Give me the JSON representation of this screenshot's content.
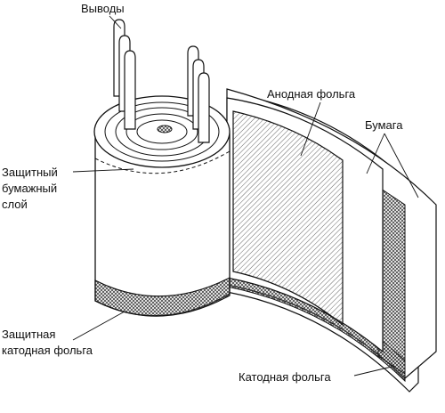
{
  "labels": {
    "terminals": "Выводы",
    "anode_foil": "Анодная фольга",
    "paper": "Бумага",
    "protective_paper_1": "Защитный",
    "protective_paper_2": "бумажный",
    "protective_paper_3": "слой",
    "protective_cathode_1": "Защитная",
    "protective_cathode_2": "катодная фольга",
    "cathode_foil": "Катодная фольга"
  },
  "colors": {
    "line": "#111111",
    "hatch": "#555555",
    "fill": "#ffffff"
  }
}
